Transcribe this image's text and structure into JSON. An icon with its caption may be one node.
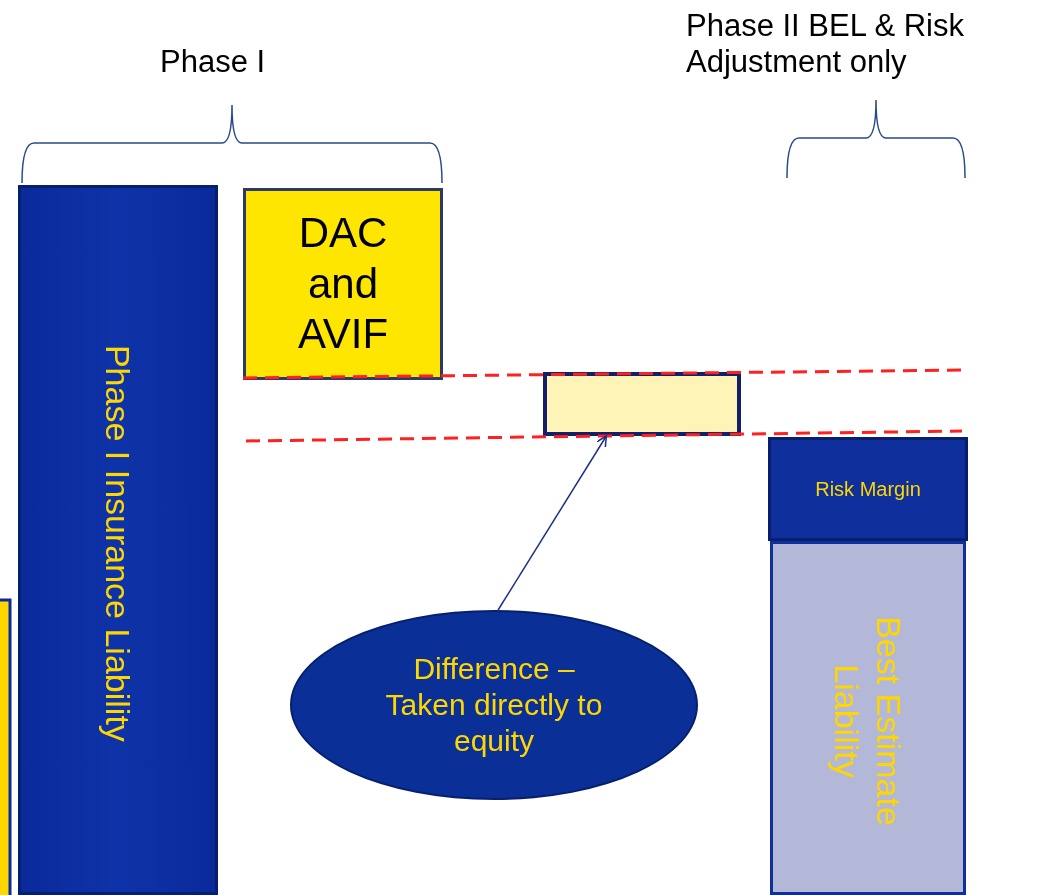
{
  "diagram": {
    "nodes": [
      {
        "text": [
          "Phase I Insurance Liability"
        ]
      },
      {
        "text": [
          "DAC and AVIF"
        ]
      },
      {
        "text": [],
        "shape": "box"
      },
      {
        "text": [
          "Risk Margin"
        ]
      },
      {
        "text": [
          "Best Estimate Liability"
        ]
      },
      {
        "text": [
          "Difference – Taken directly to equity"
        ]
      }
    ],
    "edges": [
      {
        "from": 5,
        "to": 2,
        "arrow": "to"
      }
    ],
    "labels": [
      "Phase I",
      "Phase II BEL & Risk Adjustment only"
    ]
  }
}
